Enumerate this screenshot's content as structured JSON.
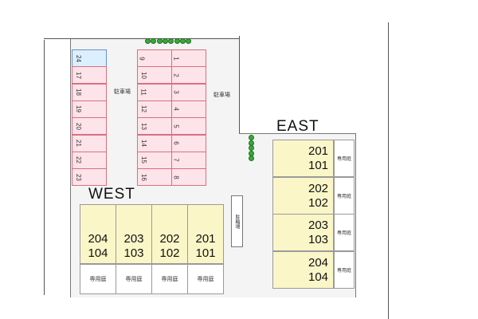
{
  "labels": {
    "east": "EAST",
    "west": "WEST",
    "parking": "駐車場",
    "bicycle_parking": "駐輪場",
    "private_garden": "専用庭"
  },
  "parking_left": [
    "24",
    "17",
    "18",
    "19",
    "20",
    "21",
    "22",
    "23"
  ],
  "parking_mid_left": [
    "9",
    "10",
    "11",
    "12",
    "13",
    "14",
    "15",
    "16"
  ],
  "parking_mid_right": [
    "1",
    "2",
    "3",
    "4",
    "5",
    "6",
    "7",
    "8"
  ],
  "east_units": [
    {
      "upper": "201",
      "lower": "101"
    },
    {
      "upper": "202",
      "lower": "102"
    },
    {
      "upper": "203",
      "lower": "103"
    },
    {
      "upper": "204",
      "lower": "104"
    }
  ],
  "west_units": [
    {
      "upper": "204",
      "lower": "104"
    },
    {
      "upper": "203",
      "lower": "103"
    },
    {
      "upper": "202",
      "lower": "102"
    },
    {
      "upper": "201",
      "lower": "101"
    }
  ],
  "colors": {
    "parking": "#fde3ea",
    "parking_highlight": "#dcefff",
    "building": "#fbf6c8",
    "tree": "#3aa93a"
  }
}
